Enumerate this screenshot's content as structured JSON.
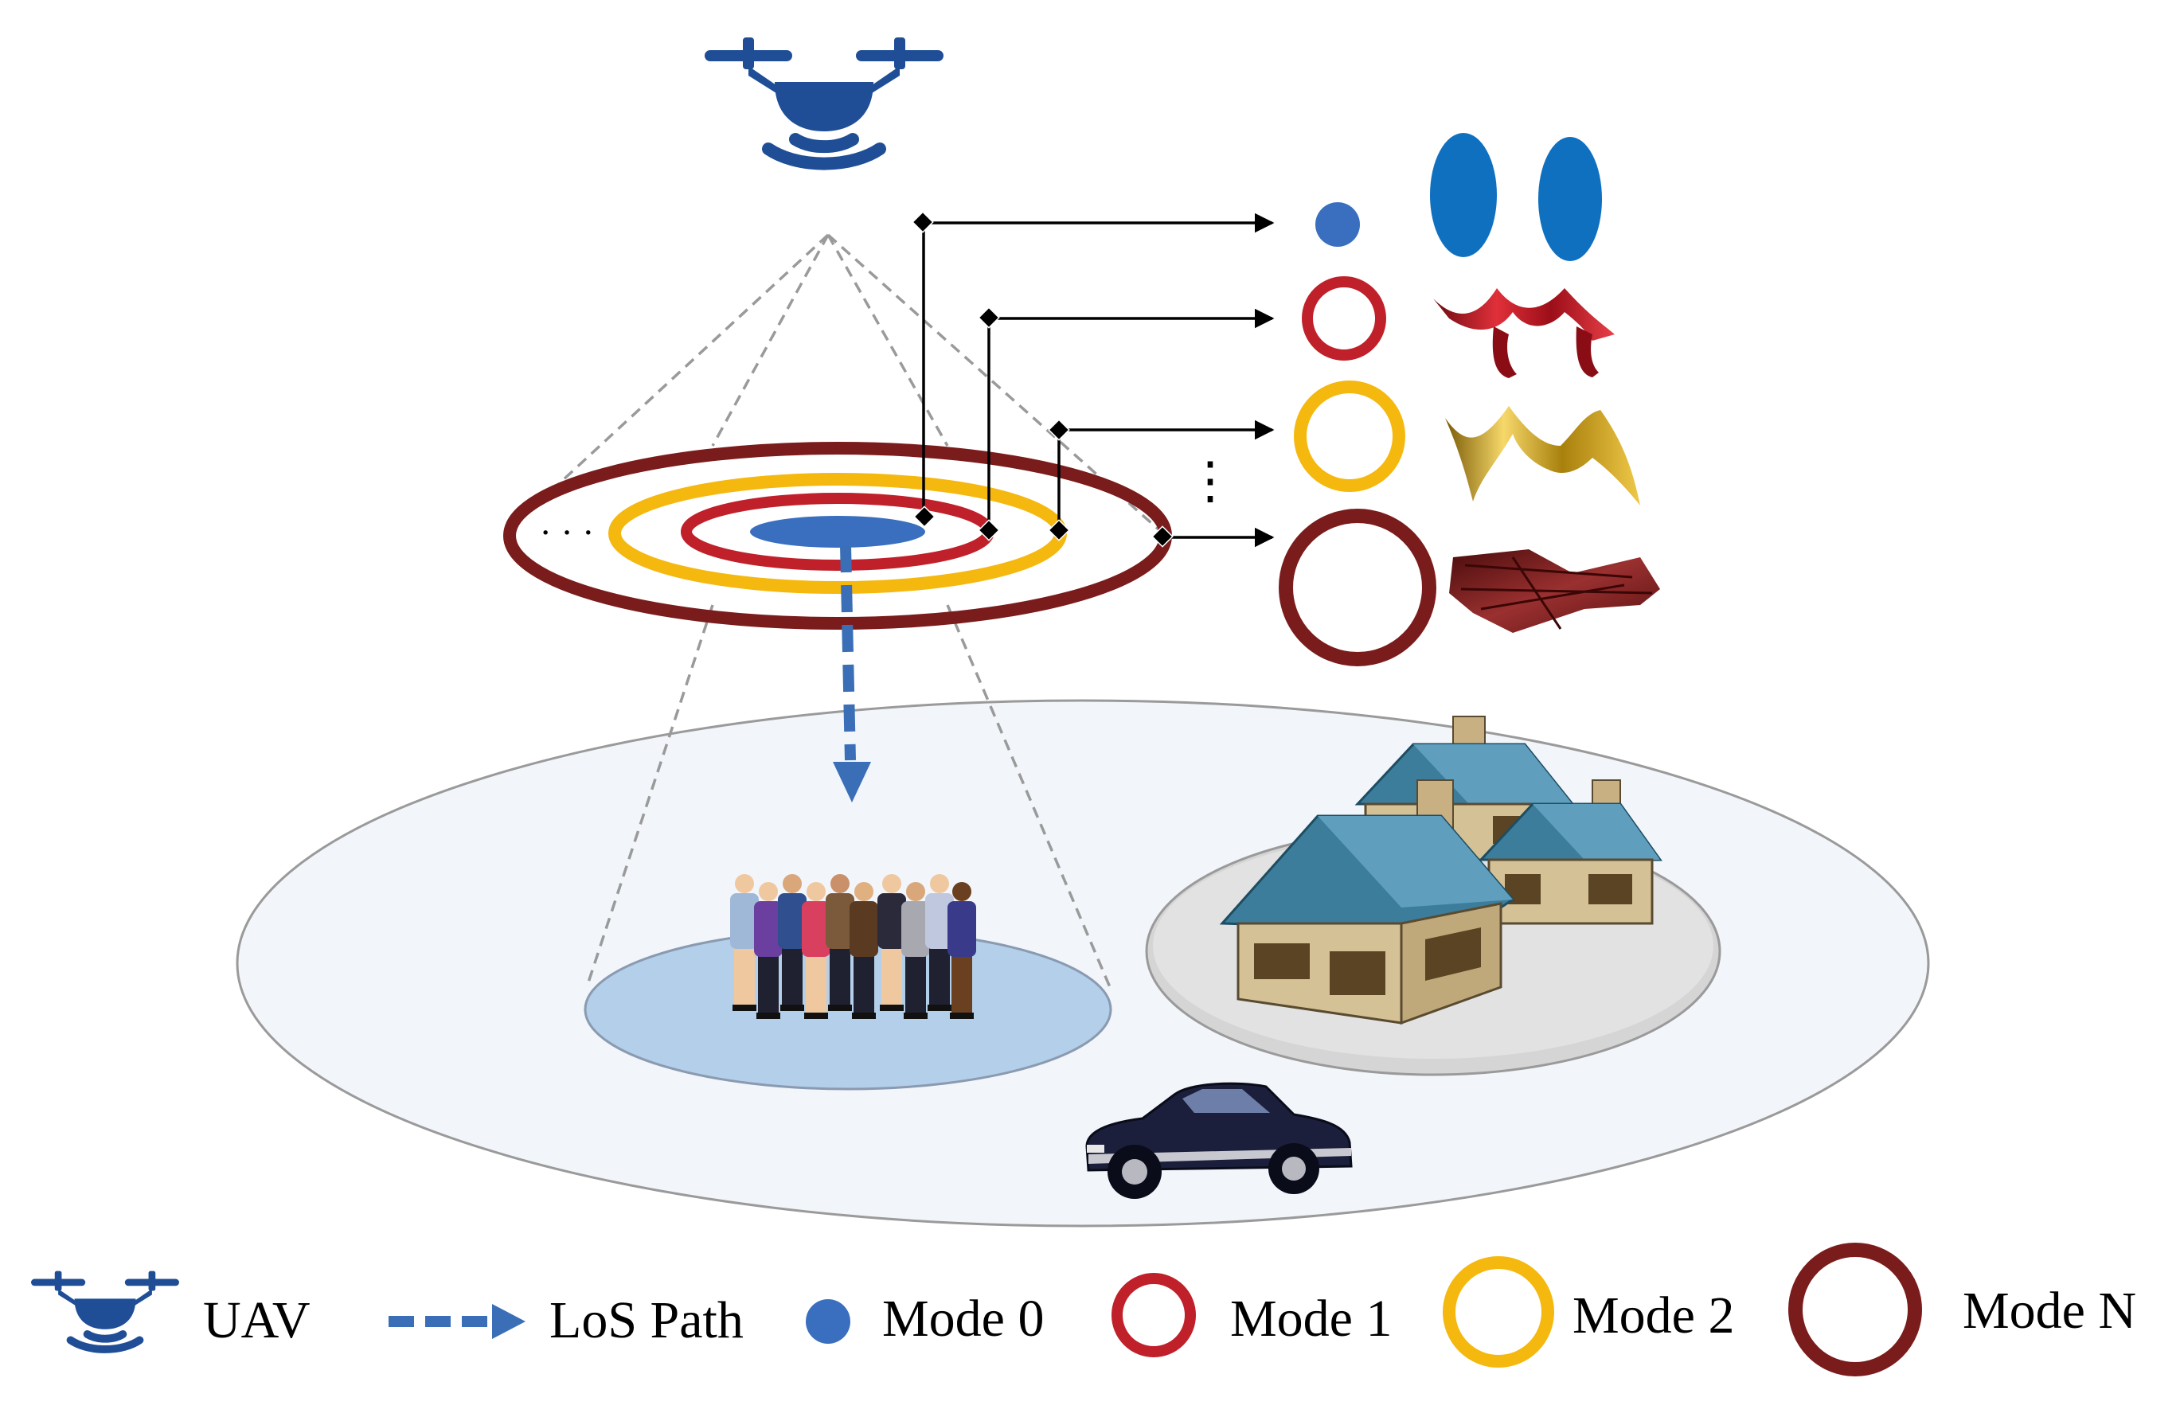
{
  "colors": {
    "uav_blue": "#1f4e96",
    "los_blue": "#3a6fb8",
    "mode0": "#3a6fbf",
    "mode1": "#c0202a",
    "mode2": "#f5b80f",
    "modeN": "#7a1c1c",
    "ground_fill": "#f2f5fa",
    "coverage_fill": "#b3cfe9",
    "house_wall": "#d4c196",
    "house_roof": "#3c7d9c",
    "car_body": "#1b1f3b"
  },
  "icons": {
    "uav": "drone-icon",
    "people": "crowd-icon",
    "houses": "houses-icon",
    "car": "car-icon"
  },
  "ring_ellipsis": "· · ·",
  "vertical_ellipsis": "⋮",
  "legend": {
    "uav": "UAV",
    "los": "LoS Path",
    "mode0": "Mode 0",
    "mode1": "Mode 1",
    "mode2": "Mode 2",
    "modeN": "Mode N"
  }
}
